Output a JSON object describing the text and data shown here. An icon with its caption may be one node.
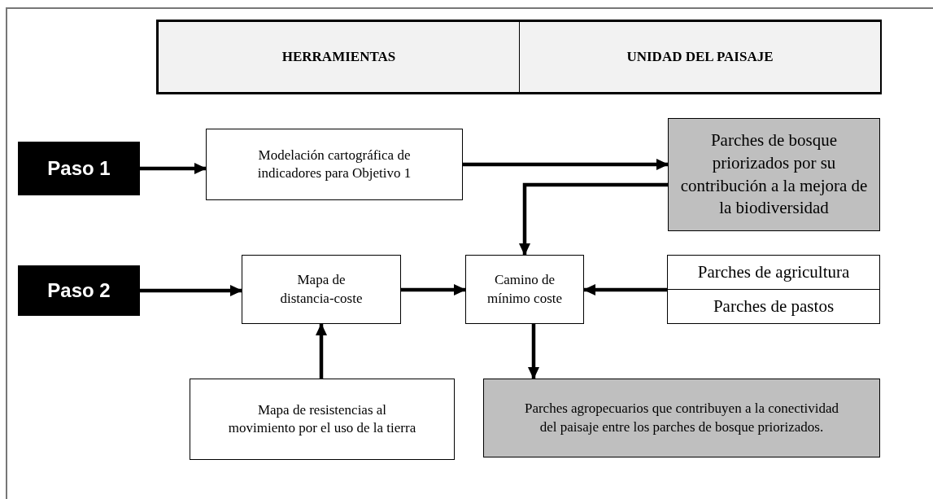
{
  "diagram": {
    "nodes": [
      {
        "text": [
          "Paso 1"
        ]
      },
      {
        "text": [
          "Modelación cartográfica de indicadores para Objetivo 1"
        ]
      },
      {
        "text": [
          "Parches de bosque priorizados por su contribución a la mejora de la biodiversidad"
        ]
      },
      {
        "text": [
          "Paso 2"
        ]
      },
      {
        "text": [
          "Mapa de distancia-coste"
        ]
      },
      {
        "text": [
          "Camino de mínimo coste"
        ]
      },
      {
        "text": [],
        "shape": "box"
      },
      {
        "text": [
          "Parches de agricultura"
        ],
        "in": 6
      },
      {
        "text": [
          "Parches de pastos"
        ],
        "in": 6
      },
      {
        "text": [
          "Mapa de resistencias al movimiento por el uso de la tierra"
        ]
      },
      {
        "text": [
          "Parches agropecuarios que contribuyen a la conectividad del paisaje entre los parches de bosque priorizados."
        ]
      }
    ],
    "edges": [
      {
        "from": 0,
        "to": 1,
        "arrow": "to"
      },
      {
        "from": 1,
        "to": 2,
        "arrow": "to"
      },
      {
        "from": 2,
        "to": 5,
        "arrow": "to"
      },
      {
        "from": 3,
        "to": 4,
        "arrow": "to"
      },
      {
        "from": 4,
        "to": 5,
        "arrow": "to"
      },
      {
        "from": 6,
        "to": 5,
        "arrow": "to"
      },
      {
        "from": 9,
        "to": 4,
        "arrow": "to"
      },
      {
        "from": 5,
        "to": 10,
        "arrow": "to"
      }
    ],
    "labels": [
      "HERRAMIENTAS",
      "UNIDAD DEL PAISAJE"
    ]
  }
}
